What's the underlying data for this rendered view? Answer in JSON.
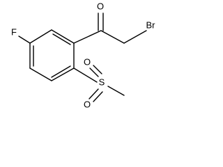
{
  "molecule": {
    "atoms": {
      "oxygen_carbonyl": "O",
      "bromine": "Br",
      "fluorine": "F",
      "sulfur": "S",
      "oxygen_sulfonyl_1": "O",
      "oxygen_sulfonyl_2": "O"
    }
  },
  "colors": {
    "ink": "#000000",
    "background": "#ffffff"
  }
}
